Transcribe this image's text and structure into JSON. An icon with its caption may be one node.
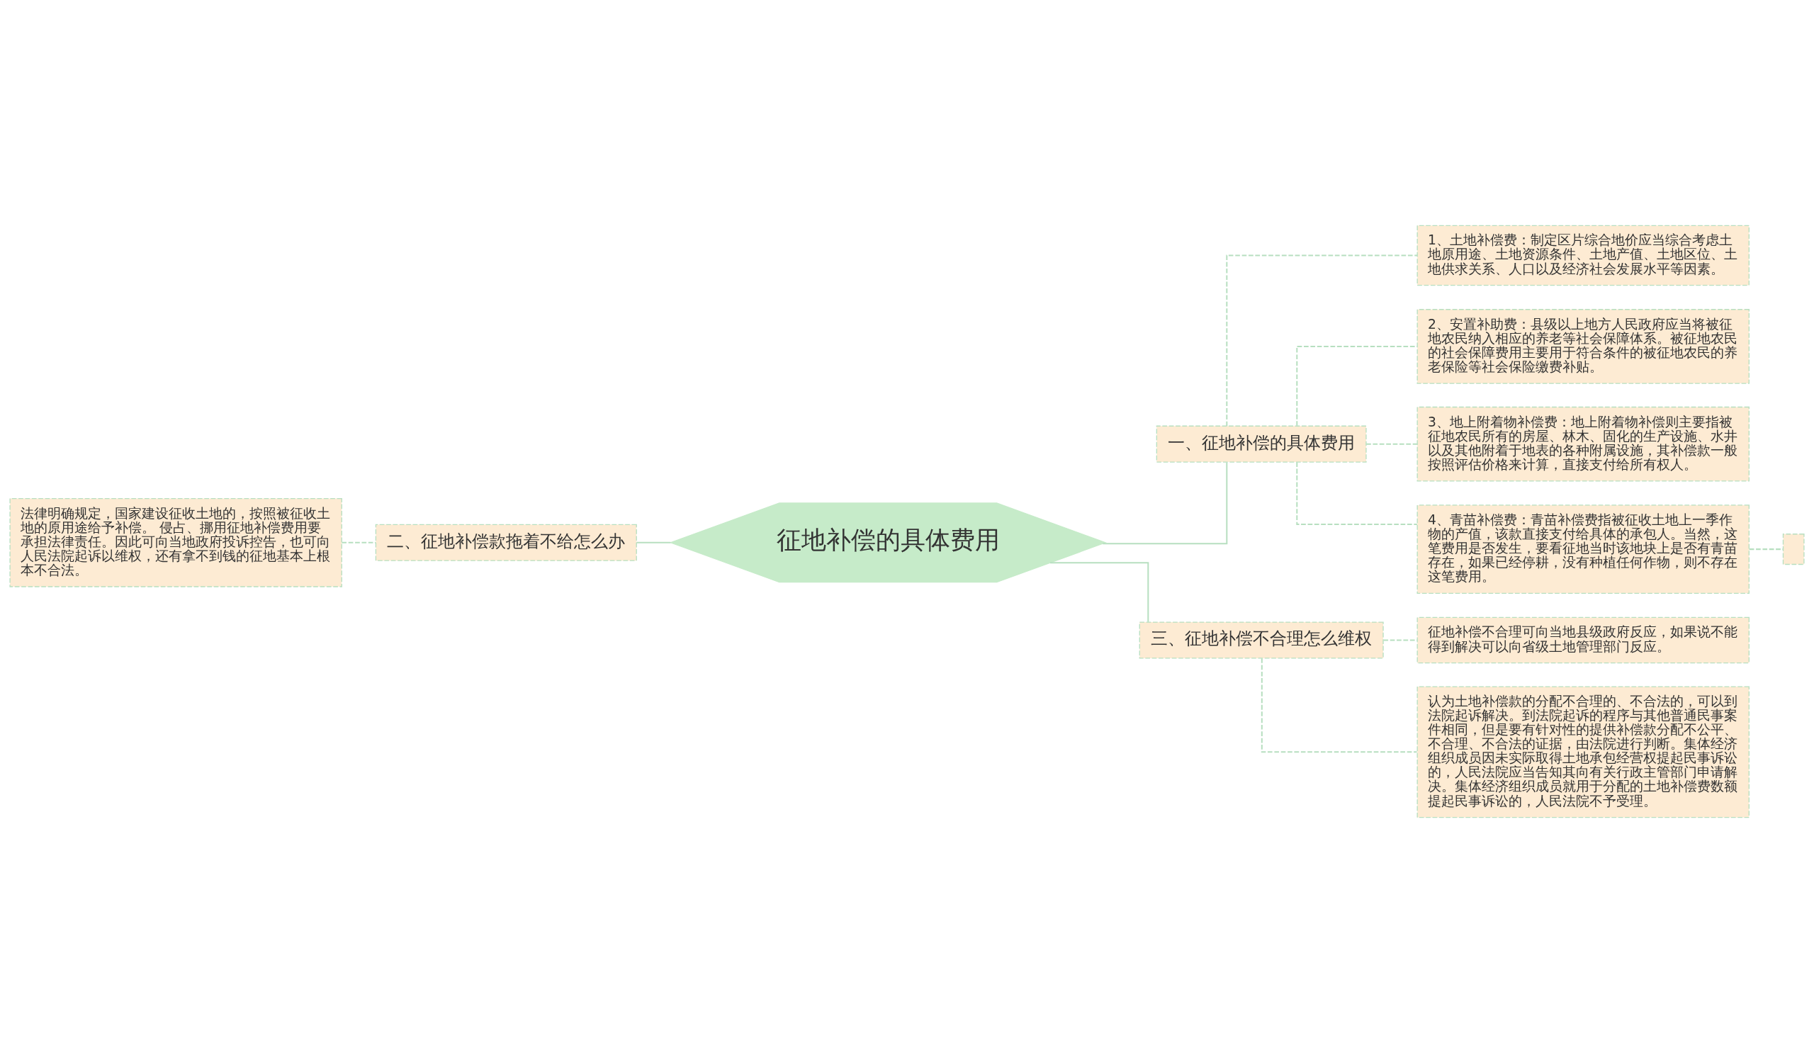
{
  "diagram": {
    "nodes": [
      {
        "text": [
          "征地补偿的具体费用"
        ]
      },
      {
        "text": [
          "一、征地补偿的具体费用"
        ]
      },
      {
        "text": [
          "1、土地补偿费：制定区片综合地价应当综合考虑土地原用途、土地资源条件、土地产值、土地区位、土地供求关系、人口以及经济社会发展水平等因素。"
        ]
      },
      {
        "text": [
          "2、安置补助费：县级以上地方人民政府应当将被征地农民纳入相应的养老等社会保障体系。被征地农民的社会保障费用主要用于符合条件的被征地农民的养老保险等社会保险缴费补贴。"
        ]
      },
      {
        "text": [
          "3、地上附着物补偿费：地上附着物补偿则主要指被征地农民所有的房屋、林木、固化的生产设施、水井以及其他附着于地表的各种附属设施，其补偿款一般按照评估价格来计算，直接支付给所有权人。"
        ]
      },
      {
        "text": [
          "4、青苗补偿费：青苗补偿费指被征收土地上一季作物的产值，该款直接支付给具体的承包人。当然，这笔费用是否发生，要看征地当时该地块上是否有青苗存在，如果已经停耕，没有种植任何作物，则不存在这笔费用。"
        ]
      },
      {
        "text": [],
        "shape": "box"
      },
      {
        "text": [
          "二、征地补偿款拖着不给怎么办"
        ]
      },
      {
        "text": [
          "法律明确规定，国家建设征收土地的，按照被征收土地的原用途给予补偿。 侵占、挪用征地补偿费用要承担法律责任。因此可向当地政府投诉控告，也可向人民法院起诉以维权，还有拿不到钱的征地基本上根本不合法。"
        ]
      },
      {
        "text": [
          "三、征地补偿不合理怎么维权"
        ]
      },
      {
        "text": [
          "征地补偿不合理可向当地县级政府反应，如果说不能得到解决可以向省级土地管理部门反应。"
        ]
      },
      {
        "text": [
          "认为土地补偿款的分配不合理的、不合法的，可以到法院起诉解决。到法院起诉的程序与其他普通民事案件相同，但是要有针对性的提供补偿款分配不公平、不合理、不合法的证据，由法院进行判断。集体经济组织成员因未实际取得土地承包经营权提起民事诉讼的，人民法院应当告知其向有关行政主管部门申请解决。集体经济组织成员就用于分配的土地补偿费数额提起民事诉讼的，人民法院不予受理。"
        ]
      }
    ],
    "edges": [
      {
        "from": 0,
        "to": 1,
        "arrow": "none"
      },
      {
        "from": 1,
        "to": 2,
        "arrow": "none",
        "style": "dashed"
      },
      {
        "from": 1,
        "to": 3,
        "arrow": "none",
        "style": "dashed"
      },
      {
        "from": 1,
        "to": 4,
        "arrow": "none",
        "style": "dashed"
      },
      {
        "from": 1,
        "to": 5,
        "arrow": "none",
        "style": "dashed"
      },
      {
        "from": 5,
        "to": 6,
        "arrow": "none",
        "style": "dashed"
      },
      {
        "from": 0,
        "to": 7,
        "arrow": "none"
      },
      {
        "from": 7,
        "to": 8,
        "arrow": "none",
        "style": "dashed"
      },
      {
        "from": 0,
        "to": 9,
        "arrow": "none"
      },
      {
        "from": 9,
        "to": 10,
        "arrow": "none",
        "style": "dashed"
      },
      {
        "from": 9,
        "to": 11,
        "arrow": "none",
        "style": "dashed"
      }
    ]
  }
}
